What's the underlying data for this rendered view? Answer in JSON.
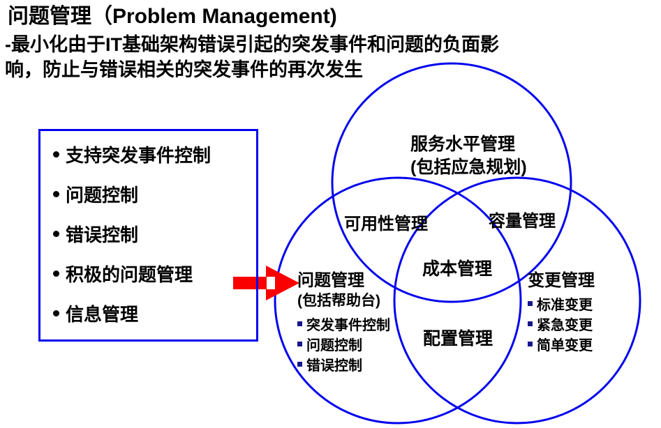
{
  "colors": {
    "line_blue": "#0202ee",
    "arrow_red": "#fa0000",
    "square_bullet": "#16168c"
  },
  "header": {
    "title": "问题管理（Problem Management)",
    "description_line1": "-最小化由于IT基础架构错误引起的突发事件和问题的负面影",
    "description_line2": "响，防止与错误相关的突发事件的再次发生"
  },
  "process_box": {
    "items": [
      "支持突发事件控制",
      "问题控制",
      "错误控制",
      "积极的问题管理",
      "信息管理"
    ]
  },
  "venn": {
    "service_level": {
      "title": "服务水平管理",
      "subtitle": "(包括应急规划)"
    },
    "availability_label": "可用性管理",
    "capacity_label": "容量管理",
    "cost_label": "成本管理",
    "configuration_label": "配置管理",
    "problem": {
      "title": "问题管理",
      "subtitle": "(包括帮助台)",
      "items": [
        "突发事件控制",
        "问题控制",
        "错误控制"
      ]
    },
    "change": {
      "title": "变更管理",
      "items": [
        "标准变更",
        "紧急变更",
        "简单变更"
      ]
    }
  }
}
